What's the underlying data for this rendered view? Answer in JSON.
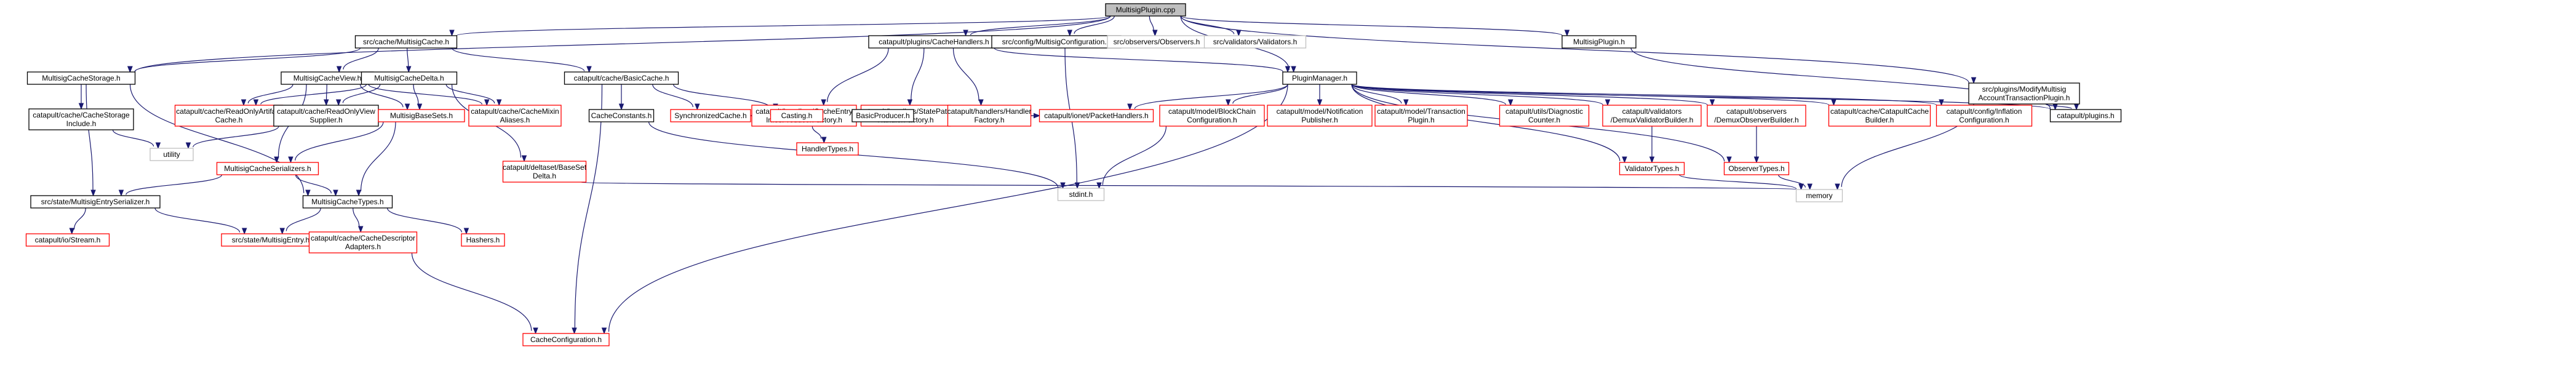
{
  "graph": {
    "colors": {
      "background": "#ffffff",
      "edge": "#191970",
      "box_normal": "#000000",
      "box_missing": "#ff0000",
      "box_external": "#bfbfbf",
      "root_fill": "#bfbfbf"
    },
    "nodes": [
      {
        "id": "root",
        "lines": [
          "MultisigPlugin.cpp"
        ],
        "kind": "root"
      },
      {
        "id": "ms_cache",
        "lines": [
          "src/cache/MultisigCache.h"
        ],
        "kind": "normal"
      },
      {
        "id": "cache_handlers",
        "lines": [
          "catapult/plugins/CacheHandlers.h"
        ],
        "kind": "normal"
      },
      {
        "id": "ms_config",
        "lines": [
          "src/config/MultisigConfiguration.h"
        ],
        "kind": "normal"
      },
      {
        "id": "observers",
        "lines": [
          "src/observers/Observers.h"
        ],
        "kind": "external"
      },
      {
        "id": "validators",
        "lines": [
          "src/validators/Validators.h"
        ],
        "kind": "external"
      },
      {
        "id": "ms_plugin_h",
        "lines": [
          "MultisigPlugin.h"
        ],
        "kind": "normal"
      },
      {
        "id": "modify_plugin",
        "lines": [
          "src/plugins/ModifyMultisig",
          "AccountTransactionPlugin.h"
        ],
        "kind": "normal"
      },
      {
        "id": "ms_storage",
        "lines": [
          "MultisigCacheStorage.h"
        ],
        "kind": "normal"
      },
      {
        "id": "ms_view",
        "lines": [
          "MultisigCacheView.h"
        ],
        "kind": "normal"
      },
      {
        "id": "ms_delta",
        "lines": [
          "MultisigCacheDelta.h"
        ],
        "kind": "normal"
      },
      {
        "id": "basic_cache",
        "lines": [
          "catapult/cache/BasicCache.h"
        ],
        "kind": "normal"
      },
      {
        "id": "entry_infos",
        "lines": [
          "catapult/handlers/CacheEntry",
          "InfosProducerFactory.h"
        ],
        "kind": "missing"
      },
      {
        "id": "state_path",
        "lines": [
          "catapult/handlers/StatePath",
          "HandlerFactory.h"
        ],
        "kind": "missing"
      },
      {
        "id": "handler_factory",
        "lines": [
          "catapult/handlers/Handler",
          "Factory.h"
        ],
        "kind": "missing"
      },
      {
        "id": "plugin_manager",
        "lines": [
          "PluginManager.h"
        ],
        "kind": "normal"
      },
      {
        "id": "cache_storage_inc",
        "lines": [
          "catapult/cache/CacheStorage",
          "Include.h"
        ],
        "kind": "normal"
      },
      {
        "id": "ro_artifact",
        "lines": [
          "catapult/cache/ReadOnlyArtifact",
          "Cache.h"
        ],
        "kind": "missing"
      },
      {
        "id": "ro_view",
        "lines": [
          "catapult/cache/ReadOnlyView",
          "Supplier.h"
        ],
        "kind": "normal"
      },
      {
        "id": "base_sets",
        "lines": [
          "MultisigBaseSets.h"
        ],
        "kind": "missing"
      },
      {
        "id": "mixin_aliases",
        "lines": [
          "catapult/cache/CacheMixin",
          "Aliases.h"
        ],
        "kind": "missing"
      },
      {
        "id": "cache_constants",
        "lines": [
          "CacheConstants.h"
        ],
        "kind": "normal"
      },
      {
        "id": "sync_cache",
        "lines": [
          "SynchronizedCache.h"
        ],
        "kind": "missing"
      },
      {
        "id": "handler_types",
        "lines": [
          "HandlerTypes.h"
        ],
        "kind": "missing"
      },
      {
        "id": "casting",
        "lines": [
          "Casting.h"
        ],
        "kind": "missing"
      },
      {
        "id": "basic_producer",
        "lines": [
          "BasicProducer.h"
        ],
        "kind": "normal"
      },
      {
        "id": "packet_handlers",
        "lines": [
          "catapult/ionet/PacketHandlers.h"
        ],
        "kind": "missing"
      },
      {
        "id": "block_chain_cfg",
        "lines": [
          "catapult/model/BlockChain",
          "Configuration.h"
        ],
        "kind": "missing"
      },
      {
        "id": "notif_publisher",
        "lines": [
          "catapult/model/Notification",
          "Publisher.h"
        ],
        "kind": "missing"
      },
      {
        "id": "tx_plugin",
        "lines": [
          "catapult/model/Transaction",
          "Plugin.h"
        ],
        "kind": "missing"
      },
      {
        "id": "diag_counter",
        "lines": [
          "catapult/utils/Diagnostic",
          "Counter.h"
        ],
        "kind": "missing"
      },
      {
        "id": "demux_validator",
        "lines": [
          "catapult/validators",
          "/DemuxValidatorBuilder.h"
        ],
        "kind": "missing"
      },
      {
        "id": "demux_observer",
        "lines": [
          "catapult/observers",
          "/DemuxObserverBuilder.h"
        ],
        "kind": "missing"
      },
      {
        "id": "catapult_cache_builder",
        "lines": [
          "catapult/cache/CatapultCache",
          "Builder.h"
        ],
        "kind": "missing"
      },
      {
        "id": "inflation_cfg",
        "lines": [
          "catapult/config/Inflation",
          "Configuration.h"
        ],
        "kind": "missing"
      },
      {
        "id": "plugins_h",
        "lines": [
          "catapult/plugins.h"
        ],
        "kind": "normal"
      },
      {
        "id": "utility",
        "lines": [
          "utility"
        ],
        "kind": "external"
      },
      {
        "id": "ms_serializers",
        "lines": [
          "MultisigCacheSerializers.h"
        ],
        "kind": "missing"
      },
      {
        "id": "baseset_delta",
        "lines": [
          "catapult/deltaset/BaseSet",
          "Delta.h"
        ],
        "kind": "missing"
      },
      {
        "id": "stdint",
        "lines": [
          "stdint.h"
        ],
        "kind": "external"
      },
      {
        "id": "validator_types",
        "lines": [
          "ValidatorTypes.h"
        ],
        "kind": "missing"
      },
      {
        "id": "observer_types",
        "lines": [
          "ObserverTypes.h"
        ],
        "kind": "missing"
      },
      {
        "id": "entry_serializer",
        "lines": [
          "src/state/MultisigEntrySerializer.h"
        ],
        "kind": "normal"
      },
      {
        "id": "ms_cache_types",
        "lines": [
          "MultisigCacheTypes.h"
        ],
        "kind": "normal"
      },
      {
        "id": "memory",
        "lines": [
          "memory"
        ],
        "kind": "external"
      },
      {
        "id": "io_stream",
        "lines": [
          "catapult/io/Stream.h"
        ],
        "kind": "missing"
      },
      {
        "id": "ms_entry",
        "lines": [
          "src/state/MultisigEntry.h"
        ],
        "kind": "missing"
      },
      {
        "id": "descriptor_adapters",
        "lines": [
          "catapult/cache/CacheDescriptor",
          "Adapters.h"
        ],
        "kind": "missing"
      },
      {
        "id": "hashers",
        "lines": [
          "Hashers.h"
        ],
        "kind": "missing"
      },
      {
        "id": "cache_configuration",
        "lines": [
          "CacheConfiguration.h"
        ],
        "kind": "missing"
      }
    ],
    "edges": [
      [
        "root",
        "ms_cache"
      ],
      [
        "root",
        "cache_handlers"
      ],
      [
        "root",
        "ms_config"
      ],
      [
        "root",
        "observers"
      ],
      [
        "root",
        "validators"
      ],
      [
        "root",
        "ms_plugin_h"
      ],
      [
        "root",
        "modify_plugin"
      ],
      [
        "root",
        "plugin_manager"
      ],
      [
        "root",
        "ms_storage"
      ],
      [
        "ms_cache",
        "ms_storage"
      ],
      [
        "ms_cache",
        "ms_view"
      ],
      [
        "ms_cache",
        "ms_delta"
      ],
      [
        "ms_cache",
        "basic_cache"
      ],
      [
        "cache_handlers",
        "entry_infos"
      ],
      [
        "cache_handlers",
        "state_path"
      ],
      [
        "cache_handlers",
        "handler_factory"
      ],
      [
        "cache_handlers",
        "plugin_manager"
      ],
      [
        "ms_config",
        "stdint"
      ],
      [
        "ms_plugin_h",
        "plugins_h"
      ],
      [
        "modify_plugin",
        "plugins_h"
      ],
      [
        "modify_plugin",
        "memory"
      ],
      [
        "ms_storage",
        "cache_storage_inc"
      ],
      [
        "ms_storage",
        "entry_serializer"
      ],
      [
        "ms_storage",
        "ms_cache_types"
      ],
      [
        "ms_view",
        "ro_artifact"
      ],
      [
        "ms_view",
        "ro_view"
      ],
      [
        "ms_view",
        "base_sets"
      ],
      [
        "ms_view",
        "mixin_aliases"
      ],
      [
        "ms_view",
        "ms_serializers"
      ],
      [
        "ms_delta",
        "ro_artifact"
      ],
      [
        "ms_delta",
        "ro_view"
      ],
      [
        "ms_delta",
        "base_sets"
      ],
      [
        "ms_delta",
        "mixin_aliases"
      ],
      [
        "ms_delta",
        "baseset_delta"
      ],
      [
        "basic_cache",
        "cache_constants"
      ],
      [
        "basic_cache",
        "sync_cache"
      ],
      [
        "basic_cache",
        "casting"
      ],
      [
        "basic_cache",
        "cache_configuration"
      ],
      [
        "entry_infos",
        "handler_types"
      ],
      [
        "entry_infos",
        "basic_producer"
      ],
      [
        "entry_infos",
        "sync_cache"
      ],
      [
        "state_path",
        "casting"
      ],
      [
        "state_path",
        "packet_handlers"
      ],
      [
        "handler_factory",
        "packet_handlers"
      ],
      [
        "plugin_manager",
        "packet_handlers"
      ],
      [
        "plugin_manager",
        "block_chain_cfg"
      ],
      [
        "plugin_manager",
        "notif_publisher"
      ],
      [
        "plugin_manager",
        "tx_plugin"
      ],
      [
        "plugin_manager",
        "diag_counter"
      ],
      [
        "plugin_manager",
        "demux_validator"
      ],
      [
        "plugin_manager",
        "demux_observer"
      ],
      [
        "plugin_manager",
        "catapult_cache_builder"
      ],
      [
        "plugin_manager",
        "inflation_cfg"
      ],
      [
        "plugin_manager",
        "plugins_h"
      ],
      [
        "plugin_manager",
        "validator_types"
      ],
      [
        "plugin_manager",
        "observer_types"
      ],
      [
        "plugin_manager",
        "cache_configuration"
      ],
      [
        "cache_storage_inc",
        "utility"
      ],
      [
        "ro_view",
        "utility"
      ],
      [
        "base_sets",
        "ms_serializers"
      ],
      [
        "base_sets",
        "ms_cache_types"
      ],
      [
        "ms_serializers",
        "entry_serializer"
      ],
      [
        "ms_serializers",
        "ms_cache_types"
      ],
      [
        "cache_constants",
        "stdint"
      ],
      [
        "block_chain_cfg",
        "stdint"
      ],
      [
        "baseset_delta",
        "memory"
      ],
      [
        "demux_validator",
        "validator_types"
      ],
      [
        "demux_observer",
        "observer_types"
      ],
      [
        "validator_types",
        "memory"
      ],
      [
        "observer_types",
        "memory"
      ],
      [
        "entry_serializer",
        "io_stream"
      ],
      [
        "entry_serializer",
        "ms_entry"
      ],
      [
        "ms_cache_types",
        "ms_entry"
      ],
      [
        "ms_cache_types",
        "descriptor_adapters"
      ],
      [
        "ms_cache_types",
        "hashers"
      ],
      [
        "descriptor_adapters",
        "cache_configuration"
      ]
    ]
  }
}
